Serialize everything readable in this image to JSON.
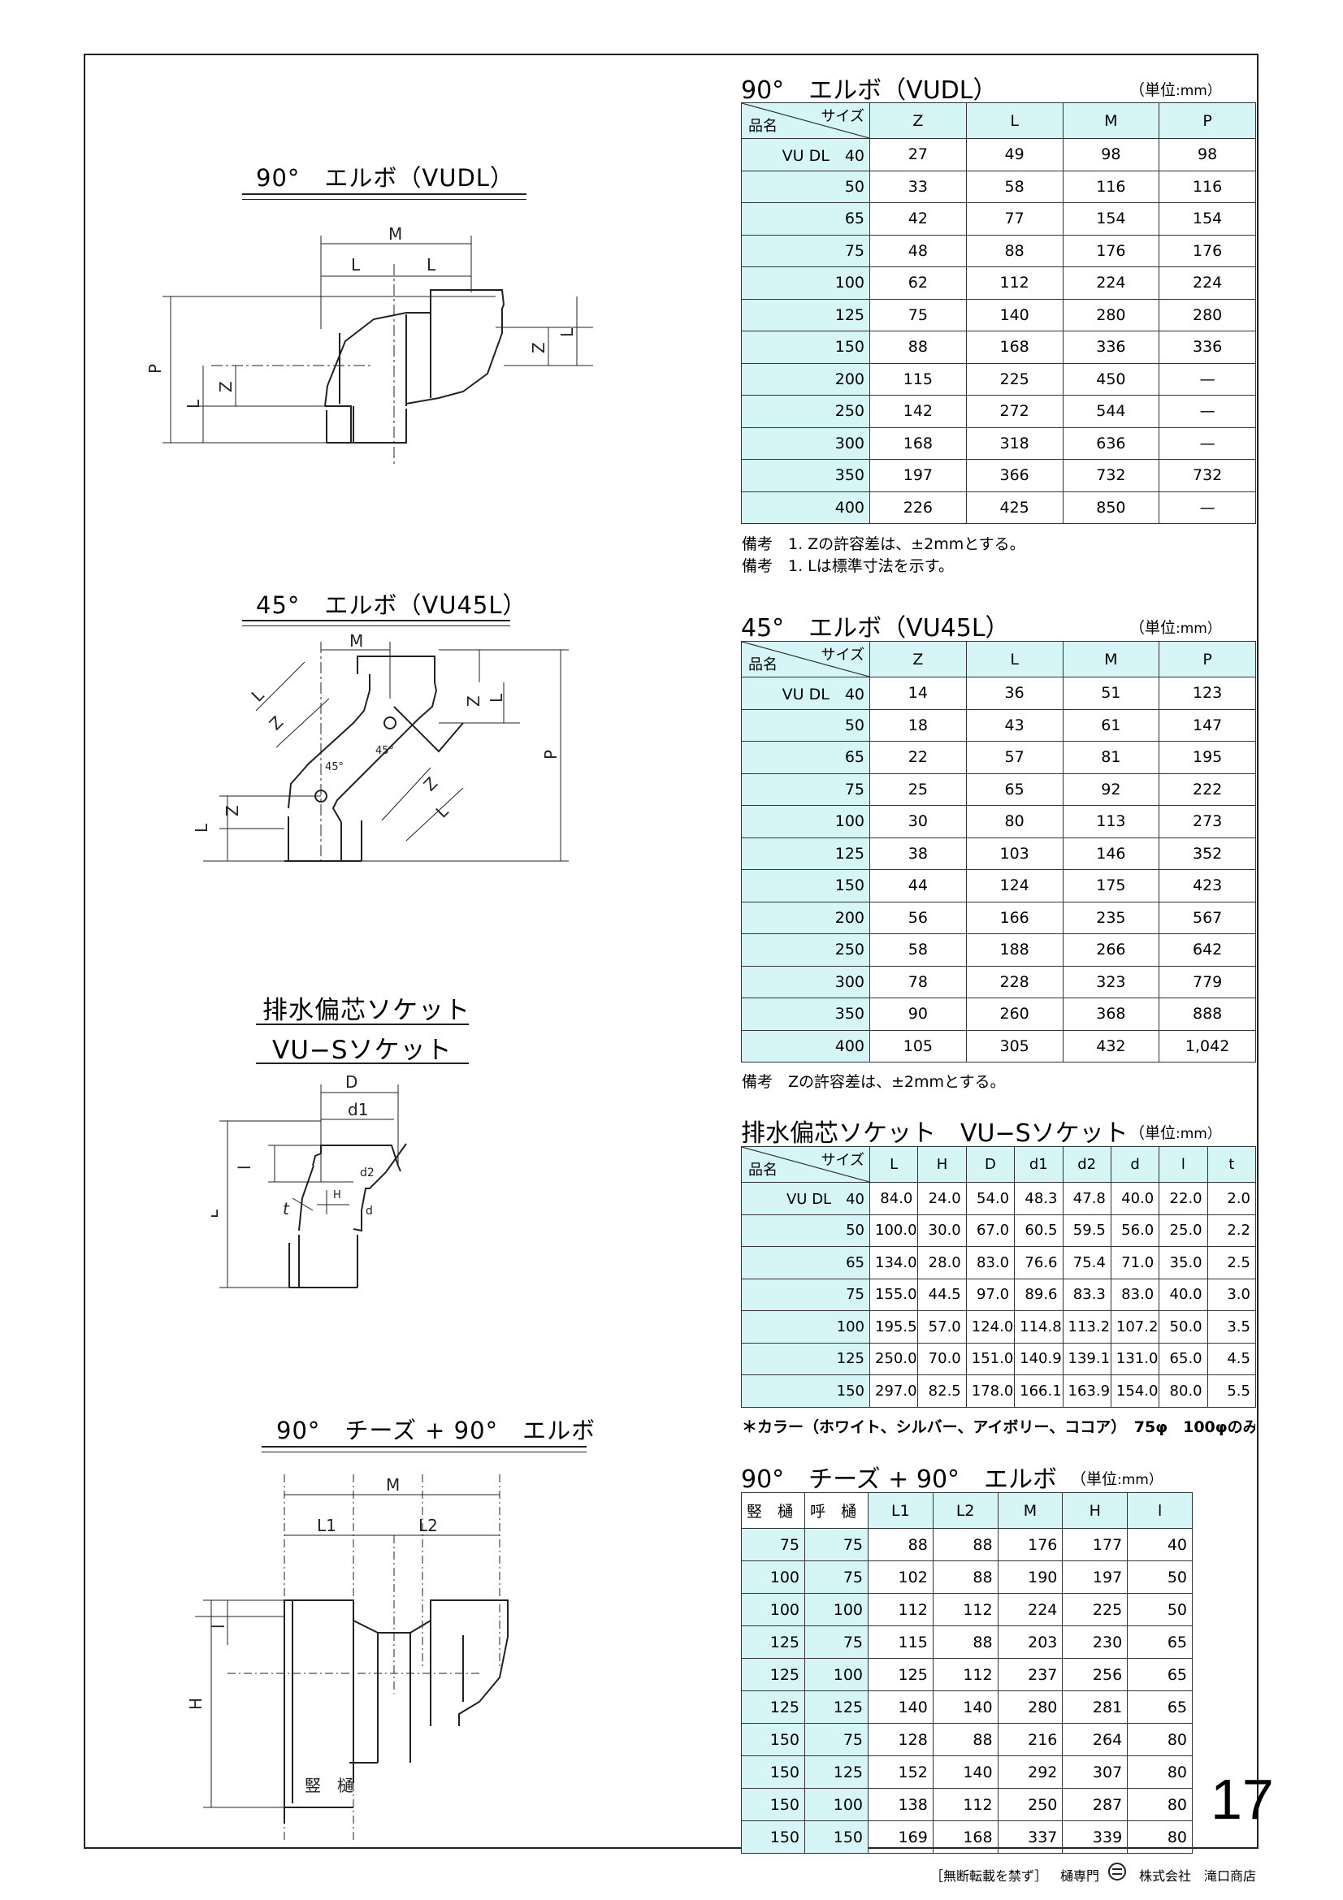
{
  "drawings": {
    "vudl": {
      "title": "90°　エルボ（VUDL）",
      "labels": {
        "m": "M",
        "l": "L",
        "z": "Z",
        "p": "P"
      }
    },
    "vu45l": {
      "title": "45°　エルボ（VU45L）",
      "labels": {
        "m": "M",
        "l": "L",
        "z": "Z",
        "p": "P",
        "angle": "45°"
      }
    },
    "vus": {
      "title1": "排水偏芯ソケット",
      "title2": "VU−Sソケット",
      "labels": {
        "D": "D",
        "d1": "d1",
        "d2": "d2",
        "d": "d",
        "l": "l",
        "L": "L",
        "t": "t",
        "H": "H"
      }
    },
    "tee": {
      "title": "90°　チーズ + 90°　エルボ",
      "labels": {
        "m": "M",
        "l1": "L1",
        "l2": "L2",
        "h": "H",
        "l": "l",
        "pipe": "竪　樋"
      }
    }
  },
  "tables": {
    "vudl": {
      "title": "90°　エルボ（VUDL）",
      "unit": "（単位",
      "unit_mm": ":mm）",
      "corner_top": "サイズ",
      "corner_bottom": "品名",
      "cols": [
        "Z",
        "L",
        "M",
        "P"
      ],
      "rows": [
        [
          "VU DL　40",
          "27",
          "49",
          "98",
          "98"
        ],
        [
          "50",
          "33",
          "58",
          "116",
          "116"
        ],
        [
          "65",
          "42",
          "77",
          "154",
          "154"
        ],
        [
          "75",
          "48",
          "88",
          "176",
          "176"
        ],
        [
          "100",
          "62",
          "112",
          "224",
          "224"
        ],
        [
          "125",
          "75",
          "140",
          "280",
          "280"
        ],
        [
          "150",
          "88",
          "168",
          "336",
          "336"
        ],
        [
          "200",
          "115",
          "225",
          "450",
          "—"
        ],
        [
          "250",
          "142",
          "272",
          "544",
          "—"
        ],
        [
          "300",
          "168",
          "318",
          "636",
          "—"
        ],
        [
          "350",
          "197",
          "366",
          "732",
          "732"
        ],
        [
          "400",
          "226",
          "425",
          "850",
          "—"
        ]
      ],
      "notes": [
        "備考　1. Zの許容差は、±2mmとする。",
        "備考　1. Lは標準寸法を示す。"
      ]
    },
    "vu45l": {
      "title": "45°　エルボ（VU45L）",
      "unit": "（単位",
      "unit_mm": ":mm）",
      "corner_top": "サイズ",
      "corner_bottom": "品名",
      "cols": [
        "Z",
        "L",
        "M",
        "P"
      ],
      "rows": [
        [
          "VU DL　40",
          "14",
          "36",
          "51",
          "123"
        ],
        [
          "50",
          "18",
          "43",
          "61",
          "147"
        ],
        [
          "65",
          "22",
          "57",
          "81",
          "195"
        ],
        [
          "75",
          "25",
          "65",
          "92",
          "222"
        ],
        [
          "100",
          "30",
          "80",
          "113",
          "273"
        ],
        [
          "125",
          "38",
          "103",
          "146",
          "352"
        ],
        [
          "150",
          "44",
          "124",
          "175",
          "423"
        ],
        [
          "200",
          "56",
          "166",
          "235",
          "567"
        ],
        [
          "250",
          "58",
          "188",
          "266",
          "642"
        ],
        [
          "300",
          "78",
          "228",
          "323",
          "779"
        ],
        [
          "350",
          "90",
          "260",
          "368",
          "888"
        ],
        [
          "400",
          "105",
          "305",
          "432",
          "1,042"
        ]
      ],
      "notes": [
        "備考　Zの許容差は、±2mmとする。"
      ]
    },
    "vus": {
      "title": "排水偏芯ソケット　VU−Sソケット",
      "unit": "（単位",
      "unit_mm": ":mm）",
      "corner_top": "サイズ",
      "corner_bottom": "品名",
      "cols": [
        "L",
        "H",
        "D",
        "d1",
        "d2",
        "d",
        "l",
        "t"
      ],
      "rows": [
        [
          "VU DL　40",
          "84.0",
          "24.0",
          "54.0",
          "48.3",
          "47.8",
          "40.0",
          "22.0",
          "2.0"
        ],
        [
          "50",
          "100.0",
          "30.0",
          "67.0",
          "60.5",
          "59.5",
          "56.0",
          "25.0",
          "2.2"
        ],
        [
          "65",
          "134.0",
          "28.0",
          "83.0",
          "76.6",
          "75.4",
          "71.0",
          "35.0",
          "2.5"
        ],
        [
          "75",
          "155.0",
          "44.5",
          "97.0",
          "89.6",
          "83.3",
          "83.0",
          "40.0",
          "3.0"
        ],
        [
          "100",
          "195.5",
          "57.0",
          "124.0",
          "114.8",
          "113.2",
          "107.2",
          "50.0",
          "3.5"
        ],
        [
          "125",
          "250.0",
          "70.0",
          "151.0",
          "140.9",
          "139.1",
          "131.0",
          "65.0",
          "4.5"
        ],
        [
          "150",
          "297.0",
          "82.5",
          "178.0",
          "166.1",
          "163.9",
          "154.0",
          "80.0",
          "5.5"
        ]
      ],
      "notes": [
        "＊カラー（ホワイト、シルバー、アイボリー、ココア）　75φ　100φのみ対応"
      ]
    },
    "tee": {
      "title": "90°　チーズ + 90°　エルボ",
      "unit": "（単位",
      "unit_mm": ":mm）",
      "cols": [
        "竪　樋",
        "呼　樋",
        "L1",
        "L2",
        "M",
        "H",
        "l"
      ],
      "rows": [
        [
          "75",
          "75",
          "88",
          "88",
          "176",
          "177",
          "40"
        ],
        [
          "100",
          "75",
          "102",
          "88",
          "190",
          "197",
          "50"
        ],
        [
          "100",
          "100",
          "112",
          "112",
          "224",
          "225",
          "50"
        ],
        [
          "125",
          "75",
          "115",
          "88",
          "203",
          "230",
          "65"
        ],
        [
          "125",
          "100",
          "125",
          "112",
          "237",
          "256",
          "65"
        ],
        [
          "125",
          "125",
          "140",
          "140",
          "280",
          "281",
          "65"
        ],
        [
          "150",
          "75",
          "128",
          "88",
          "216",
          "264",
          "80"
        ],
        [
          "150",
          "125",
          "152",
          "140",
          "292",
          "307",
          "80"
        ],
        [
          "150",
          "100",
          "138",
          "112",
          "250",
          "287",
          "80"
        ],
        [
          "150",
          "150",
          "169",
          "168",
          "337",
          "339",
          "80"
        ]
      ]
    }
  },
  "page_number": "17",
  "footer": {
    "notice": "［無断転載を禁ず］",
    "shop_prefix": "樋専門",
    "company": "株式会社　滝口商店"
  },
  "colors": {
    "cell_bg": "#d6f5f7",
    "line": "#222222"
  }
}
